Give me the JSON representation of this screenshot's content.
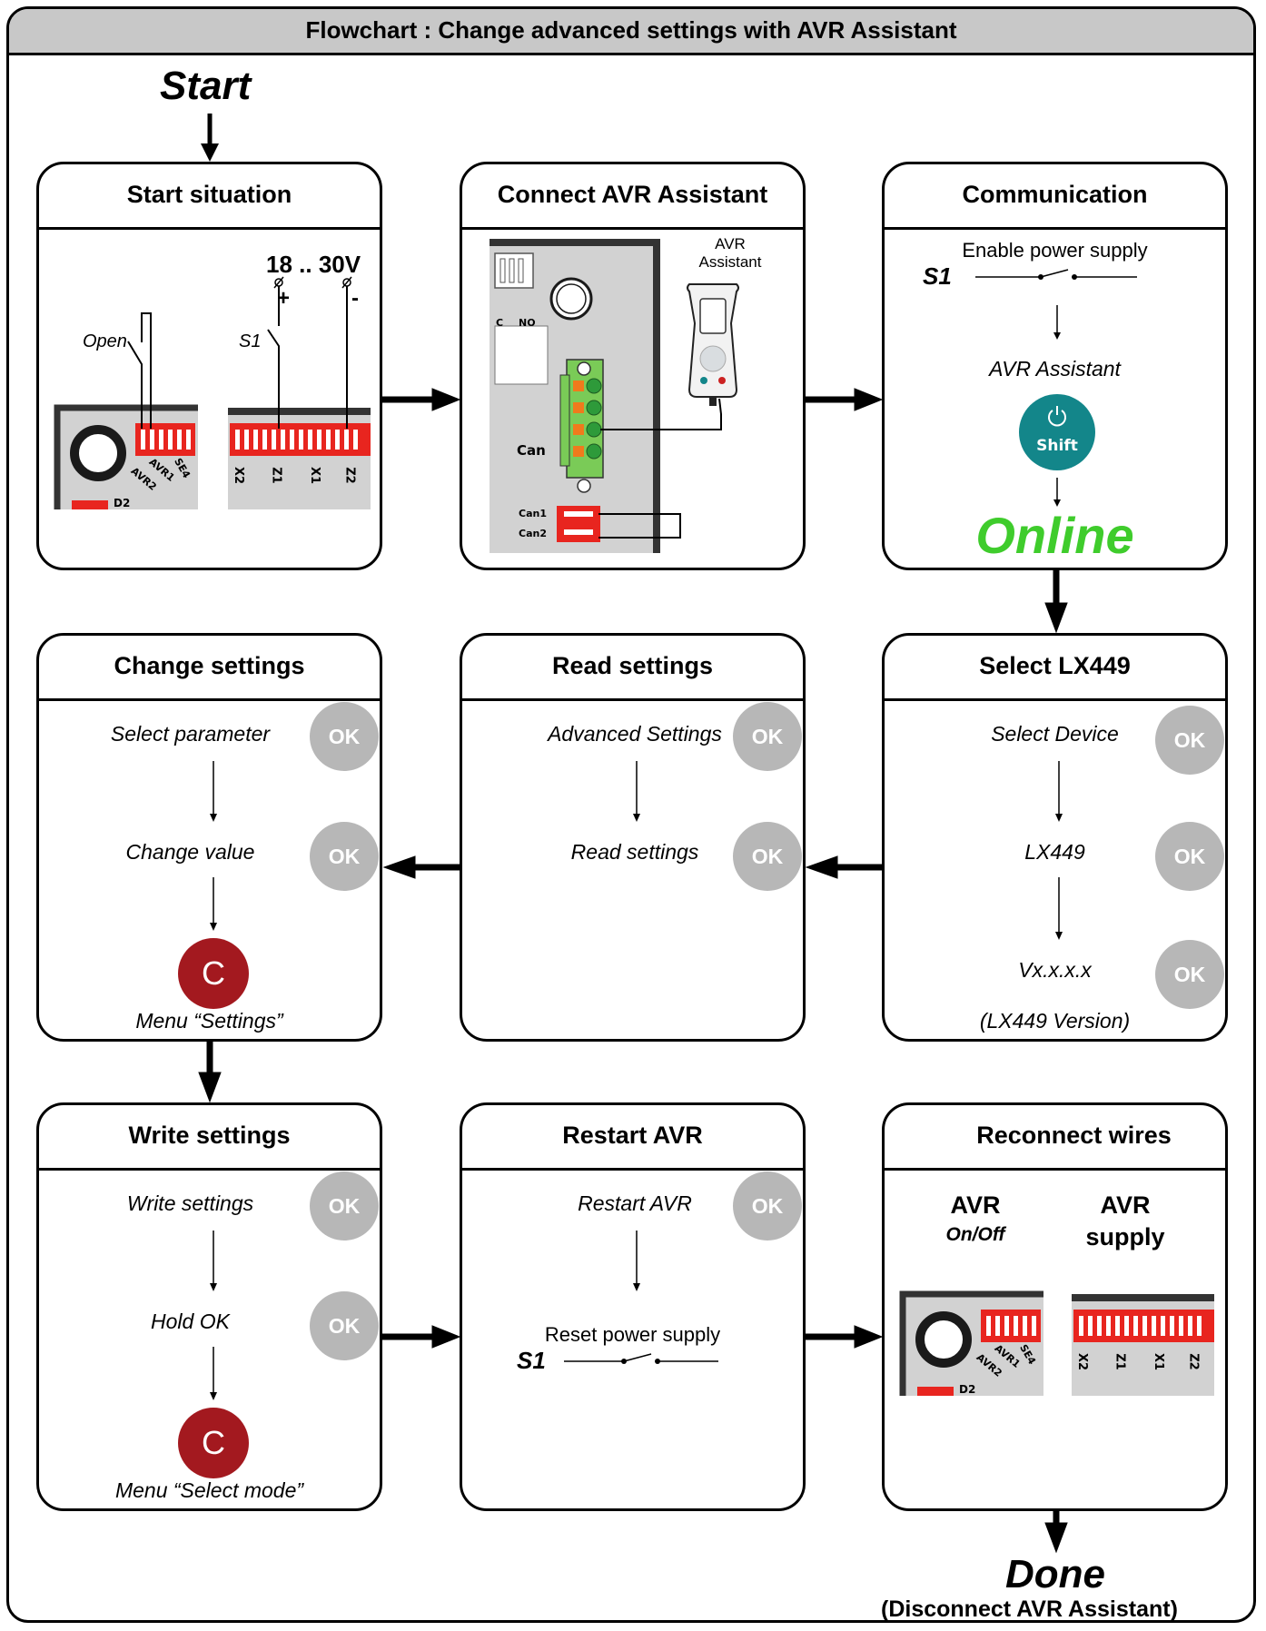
{
  "title": "Flowchart : Change advanced settings with AVR Assistant",
  "start_label": "Start",
  "done_label": "Done",
  "done_sub": "(Disconnect AVR Assistant)",
  "ok_label": "OK",
  "c_label": "C",
  "s1_label": "S1",
  "colors": {
    "red": "#e8251f",
    "online": "#3fcc2c",
    "shift": "#13868a",
    "ok_grey": "#b7b7b7",
    "c_red": "#a3191f"
  },
  "boxes": {
    "start": {
      "title": "Start situation",
      "voltage": "18 .. 30V",
      "plus": "+",
      "minus": "-",
      "open": "Open",
      "s1": "S1",
      "avr2": "AVR2",
      "avr1": "AVR1",
      "se4": "SE4",
      "d2": "D2",
      "x2": "X2",
      "z1": "Z1",
      "x1": "X1",
      "z2": "Z2"
    },
    "connect": {
      "title": "Connect AVR Assistant",
      "device_l1": "AVR",
      "device_l2": "Assistant",
      "c": "C",
      "no": "NO",
      "can": "Can",
      "can1": "Can1",
      "can2": "Can2"
    },
    "comm": {
      "title": "Communication",
      "step1": "Enable power supply",
      "step2": "AVR Assistant",
      "shift": "Shift",
      "online": "Online"
    },
    "select": {
      "title": "Select LX449",
      "step1": "Select Device",
      "step2": "LX449",
      "step3": "Vx.x.x.x",
      "step3_note": "(LX449 Version)"
    },
    "read": {
      "title": "Read settings",
      "step1": "Advanced Settings",
      "step2": "Read settings"
    },
    "change": {
      "title": "Change settings",
      "step1": "Select parameter",
      "step2": "Change value",
      "menu": "Menu “Settings”"
    },
    "write": {
      "title": "Write settings",
      "step1": "Write settings",
      "step2": "Hold OK",
      "menu": "Menu “Select mode”"
    },
    "restart": {
      "title": "Restart AVR",
      "step1": "Restart AVR",
      "step2": "Reset power supply"
    },
    "reconnect": {
      "title": "Reconnect wires",
      "col1_l1": "AVR",
      "col1_l2": "On/Off",
      "col2_l1": "AVR",
      "col2_l2": "supply"
    }
  }
}
